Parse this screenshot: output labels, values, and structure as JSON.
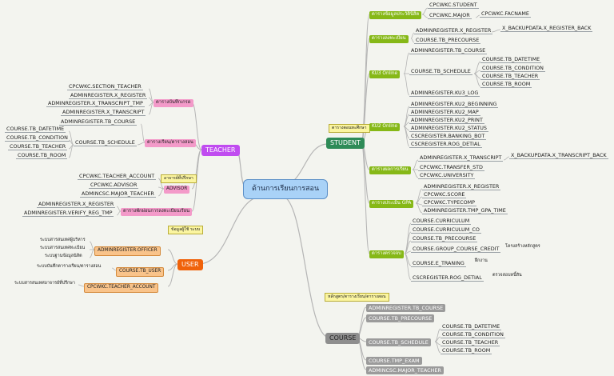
{
  "center": "ด้านการเรียนการสอน",
  "student": {
    "title": "STUDENT",
    "note": "ตารางตอนทะศึกษา",
    "cats": [
      "ตารางข้อมูลประวัตินิสิต",
      "ตารางลงทะเบียน",
      "KU3 Online",
      "KU2 Online",
      "ตารางผลการเรียน",
      "ตารางประเมิน GPA",
      "ตารางตรวจจบ"
    ],
    "info": [
      "CPCWKC.STUDENT",
      "CPCWKC.MAJOR",
      "CPCWKC.FACNAME"
    ],
    "reg": [
      "ADMINREGISTER.X_REGISTER",
      "X_BACKUPDATA.X_REGISTER_BACK",
      "COURSE.TB_PRECOURSE"
    ],
    "ku3": [
      "ADMINREGISTER.TB_COURSE",
      "COURSE.TB_SCHEDULE",
      "COURSE.TB_DATETIME",
      "COURSE.TB_CONDITION",
      "COURSE.TB_TEACHER",
      "COURSE.TB_ROOM",
      "ADMINREGISTER.KU3_LOG"
    ],
    "ku2": [
      "ADMINREGISTER.KU2_BEGINNING",
      "ADMINREGISTER.KU2_MAP",
      "ADMINREGISTER.KU2_PRINT",
      "ADMINREGISTER.KU2_STATUS",
      "CSCREGISTER.BANKING_BOT",
      "CSCREGISTER.ROG_DETIAL"
    ],
    "result": [
      "ADMINREGISTER.X_TRANSCRIPT",
      "X_BACKUPDATA.X_TRANSCRIPT_BACK",
      "CPCWKC.TRANSFER_STD",
      "CPCWKC.UNIVERSITY"
    ],
    "gpa": [
      "ADMINREGISTER.X_REGISTER",
      "CPCWKC.SCORE",
      "CPCWKC.TYPECOMP",
      "ADMINREGISTER.TMP_GPA_TIME"
    ],
    "check": [
      "COURSE.CURRICULUM",
      "COURSE.CURRICULUM_CO",
      "COURSE.TB_PRECOURSE",
      "COURSE.GROUP_COURSE_CREDIT",
      "โครงสร้างหลักสูตร",
      "COURSE.E_TRANING",
      "ฝึกงาน",
      "CSCREGISTER.ROG_DETIAL",
      "ตรวจสอบหนี้สิน"
    ]
  },
  "teacher": {
    "title": "TEACHER",
    "cats": [
      "ตารางบันทึกเกรด",
      "ตารางเรียน/ตารางสอน",
      "ADVISOR",
      "ตารางพักผ่อนการลงทะเบียนเรียน"
    ],
    "note": "อาจารย์ที่ปรึกษา",
    "grade": [
      "CPCWKC.SECTION_TEACHER",
      "ADMINREGISTER.X_REGISTER",
      "ADMINREGISTER.X_TRANSCRIPT_TMP",
      "ADMINREGISTER.X_TRANSCRIPT"
    ],
    "sched": [
      "ADMINREGISTER.TB_COURSE",
      "COURSE.TB_SCHEDULE",
      "COURSE.TB_DATETIME",
      "COURSE.TB_CONDITION",
      "COURSE.TB_TEACHER",
      "COURSE.TB_ROOM"
    ],
    "advisor": [
      "CPCWKC.TEACHER_ACCOUNT",
      "CPCWKC.ADVISOR",
      "ADMINCSC.MAJOR_TEACHER"
    ],
    "relax": [
      "ADMINREGISTER.X_REGISTER",
      "ADMINREGISTER.VERIFY_REG_TMP"
    ]
  },
  "user": {
    "title": "USER",
    "note": "ข้อมูลผู้ใช้ ระบบ",
    "cats": [
      "ADMINREGISTER.OFFICER",
      "COURSE.TB_USER",
      "CPCWKC.TEACHER_ACCOUNT"
    ],
    "officer": [
      "ระบบสารสนเทศผู้บริหาร",
      "ระบบสารสนเทศทะเบียน",
      "ระบบฐานข้อมูลนิสิต"
    ],
    "tbuser": [
      "ระบบบันทึกตารางเรียน/ตารางสอน"
    ],
    "teach": [
      "ระบบสารสนเทศอาจารย์ที่ปรึกษา"
    ]
  },
  "course": {
    "title": "COURSE",
    "note": "หลักสูตร/ตารางเรียน/ตารางสอน",
    "items": [
      "ADMINREGISTER.TB_COURSE",
      "COURSE.TB_PRECOURSE",
      "COURSE.TB_SCHEDULE",
      "COURSE.TMP_EXAM",
      "ADMINCSC.MAJOR_TEACHER"
    ],
    "sched": [
      "COURSE.TB_DATETIME",
      "COURSE.TB_CONDITION",
      "COURSE.TB_TEACHER",
      "COURSE.TB_ROOM"
    ]
  },
  "colors": {
    "student": "#2e8b57",
    "teacher": "#c04cf0",
    "user": "#f0620a",
    "course": "#8e8e8e",
    "center": "#a9d2f7",
    "green": "#86b817",
    "pink": "#f39ac9"
  }
}
